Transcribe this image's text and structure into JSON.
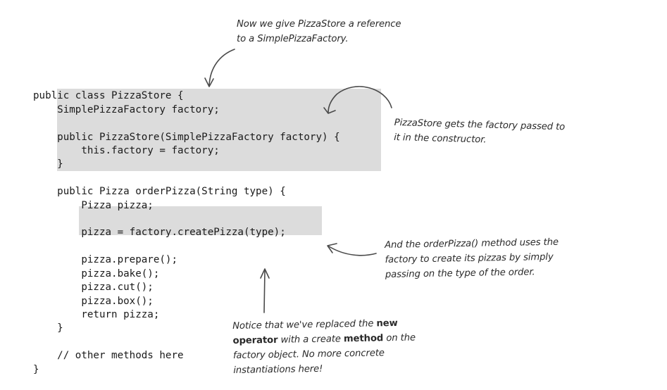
{
  "code": {
    "lines": [
      "public class PizzaStore {",
      "    SimplePizzaFactory factory;",
      "",
      "    public PizzaStore(SimplePizzaFactory factory) {",
      "        this.factory = factory;",
      "    }",
      "",
      "    public Pizza orderPizza(String type) {",
      "        Pizza pizza;",
      "",
      "        pizza = factory.createPizza(type);",
      "",
      "        pizza.prepare();",
      "        pizza.bake();",
      "        pizza.cut();",
      "        pizza.box();",
      "        return pizza;",
      "    }",
      "",
      "    // other methods here",
      "}"
    ]
  },
  "annotations": {
    "reference_note": {
      "line1": "Now we give PizzaStore a reference",
      "line2": "to a SimplePizzaFactory."
    },
    "constructor_note": {
      "line1": "PizzaStore gets the factory passed to",
      "line2": "it in the constructor."
    },
    "order_note": {
      "line1": "And the orderPizza() method uses the",
      "line2": "factory to create its pizzas by simply",
      "line3": "passing on the type of the order."
    },
    "replace_note": {
      "l1a": "Notice that we've replaced the ",
      "l1b": "new",
      "l2a": "operator",
      "l2b": " with a create ",
      "l2c": "method",
      "l2d": " on the",
      "l3": "factory object.  No more concrete",
      "l4": "instantiations here!"
    }
  },
  "colors": {
    "highlight": "#dcdcdc",
    "code_text": "#1a1a1a",
    "arrow": "#4a4a4a"
  }
}
